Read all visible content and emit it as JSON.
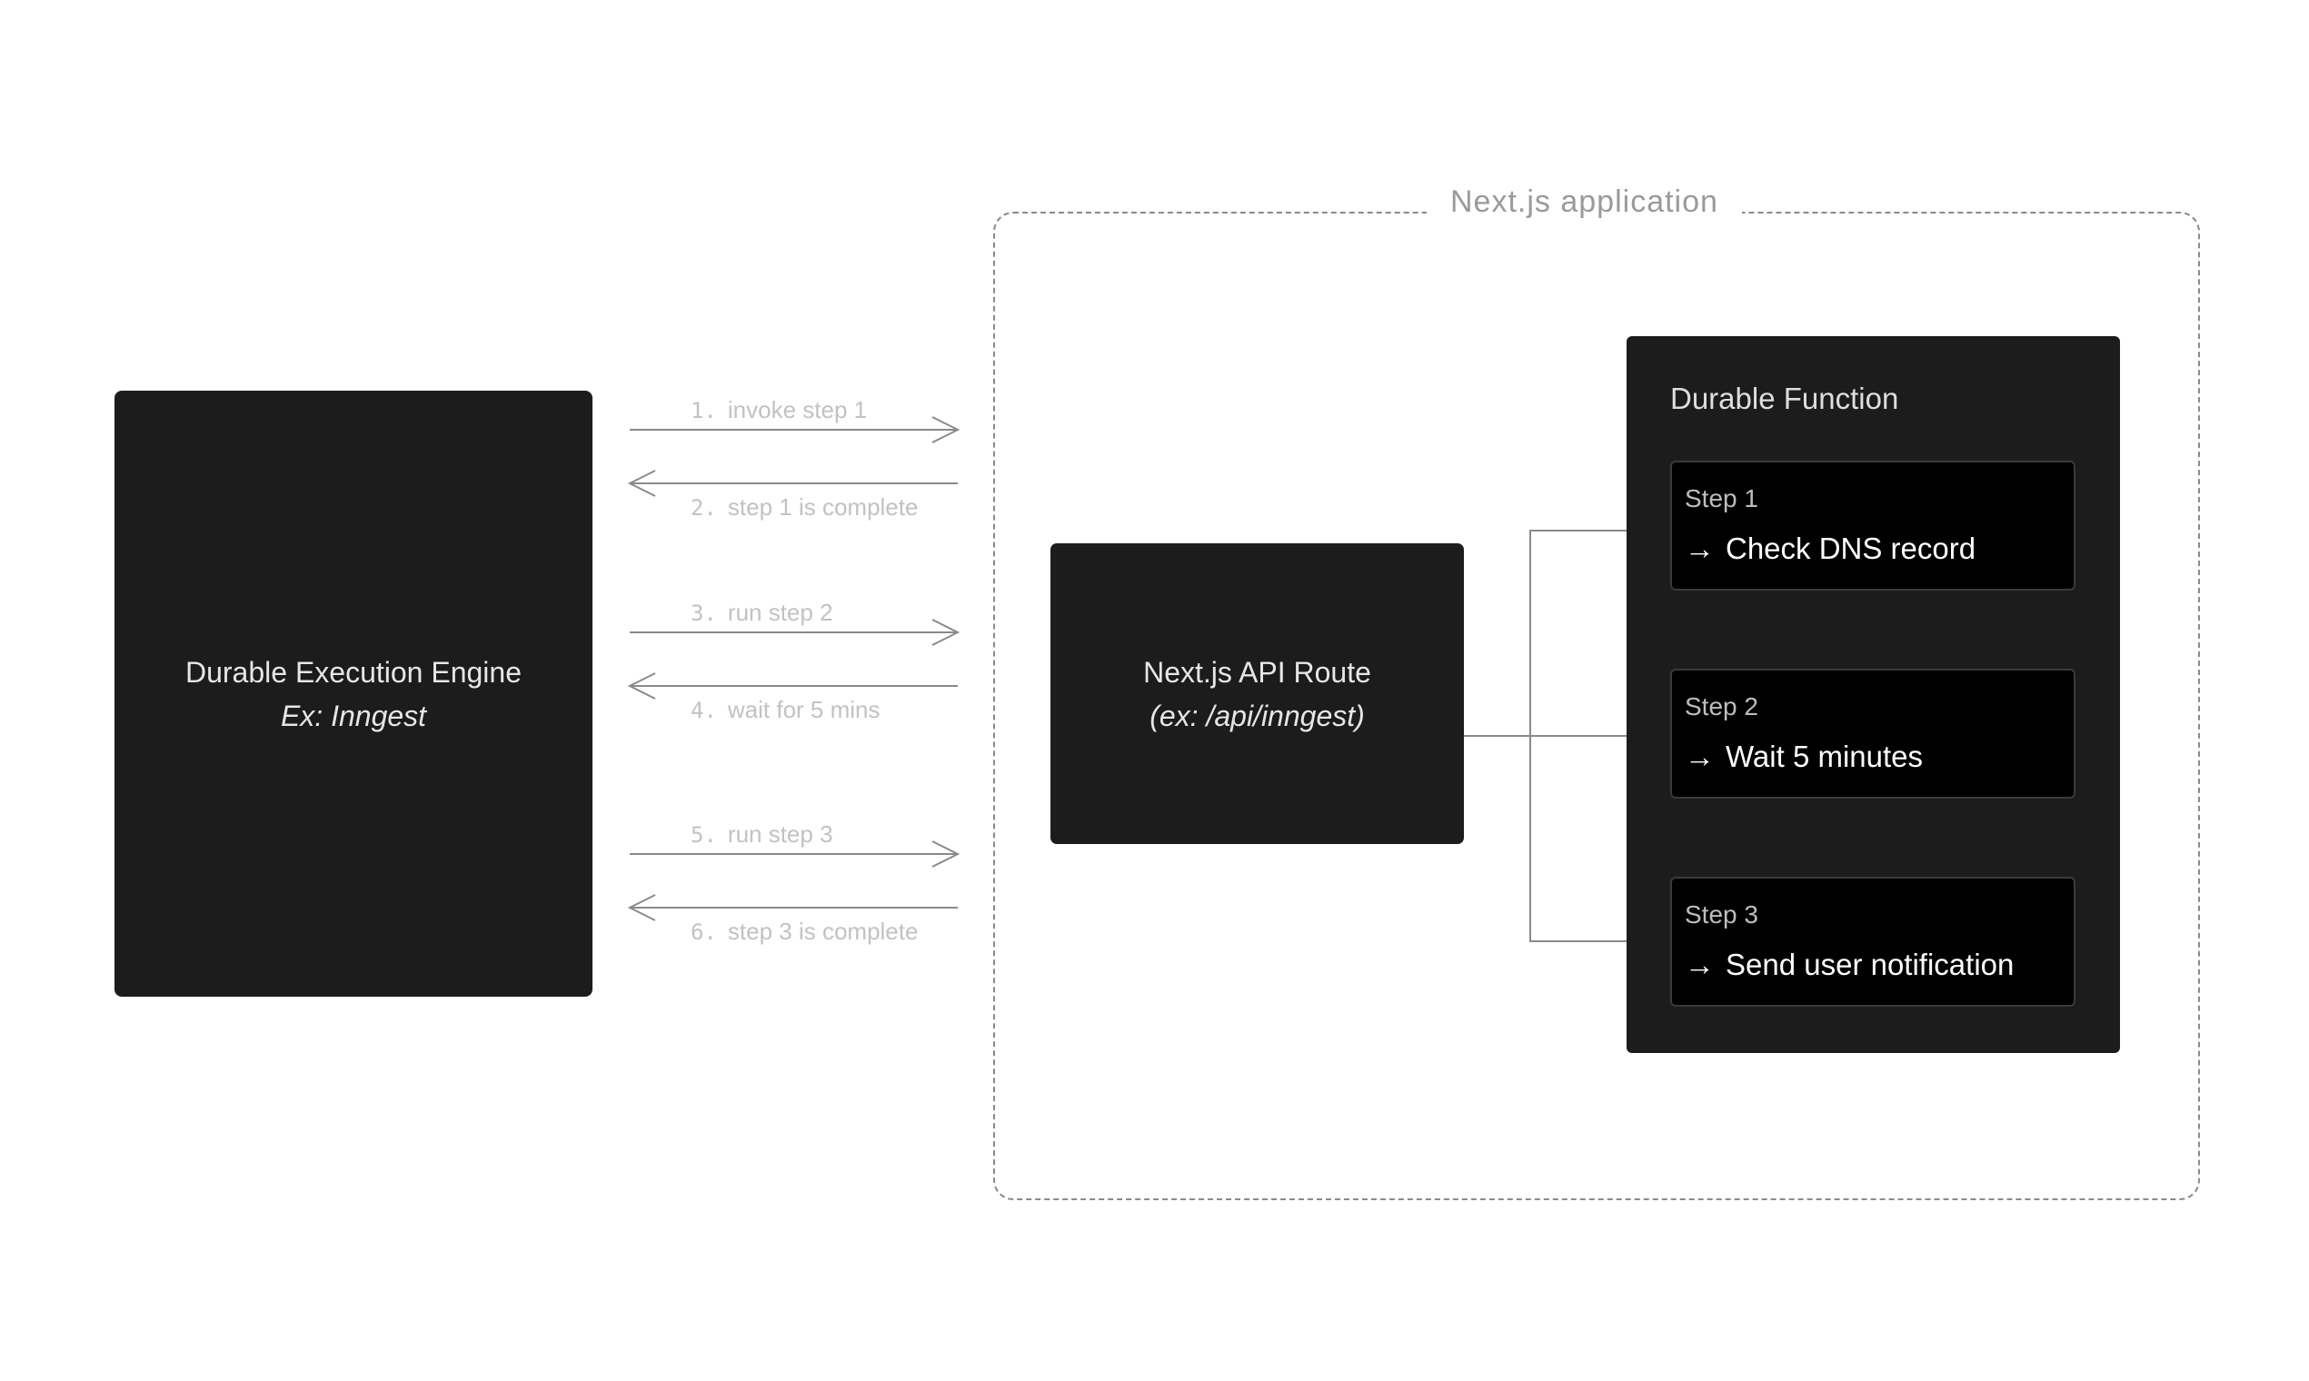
{
  "engine": {
    "title": "Durable Execution Engine",
    "example": "Ex: Inngest"
  },
  "messages": [
    {
      "num": "1.",
      "text": "invoke step 1",
      "direction": "right"
    },
    {
      "num": "2.",
      "text": "step 1 is complete",
      "direction": "left"
    },
    {
      "num": "3.",
      "text": "run step 2",
      "direction": "right"
    },
    {
      "num": "4.",
      "text": "wait for 5 mins",
      "direction": "left"
    },
    {
      "num": "5.",
      "text": "run step 3",
      "direction": "right"
    },
    {
      "num": "6.",
      "text": "step 3 is complete",
      "direction": "left"
    }
  ],
  "app": {
    "label": "Next.js application"
  },
  "api_route": {
    "title": "Next.js API Route",
    "example": "(ex: /api/inngest)"
  },
  "durable_function": {
    "title": "Durable Function",
    "steps": [
      {
        "label": "Step 1",
        "action": "Check DNS record"
      },
      {
        "label": "Step 2",
        "action": "Wait 5 minutes"
      },
      {
        "label": "Step 3",
        "action": "Send user notification"
      }
    ]
  },
  "icons": {
    "step_arrow": "→"
  },
  "colors": {
    "box": "#1c1c1c",
    "step_box": "#000000",
    "line": "#8a8a8a"
  }
}
